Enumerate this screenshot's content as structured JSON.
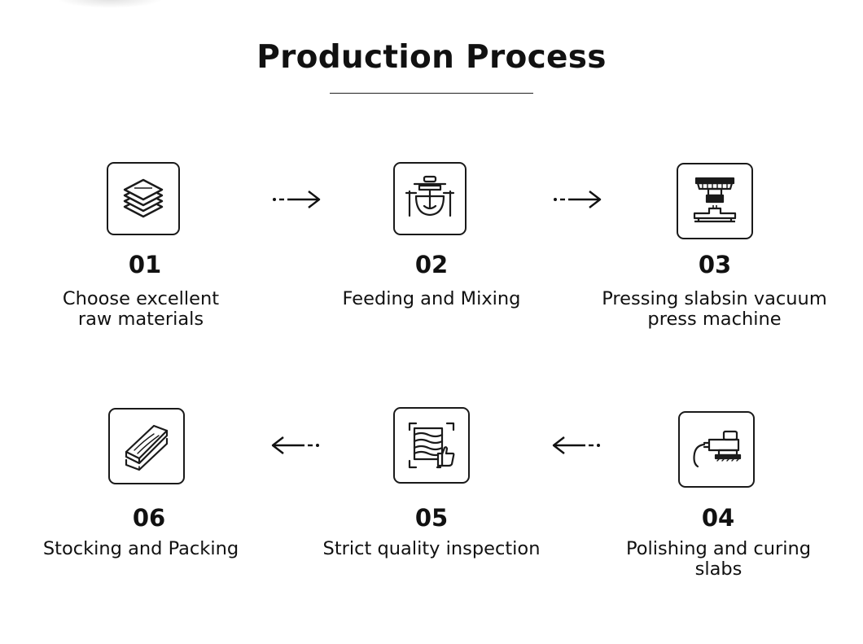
{
  "title": "Production Process",
  "steps": [
    {
      "number": "01",
      "label": "Choose excellent\nraw materials",
      "icon": "layers-icon"
    },
    {
      "number": "02",
      "label": "Feeding and Mixing",
      "icon": "mixer-icon"
    },
    {
      "number": "03",
      "label": "Pressing slabsin vacuum\npress machine",
      "icon": "press-machine-icon"
    },
    {
      "number": "04",
      "label": "Polishing and curing\nslabs",
      "icon": "polisher-icon"
    },
    {
      "number": "05",
      "label": "Strict quality inspection",
      "icon": "inspection-icon"
    },
    {
      "number": "06",
      "label": "Stocking and Packing",
      "icon": "stacked-slabs-icon"
    }
  ],
  "colors": {
    "stroke": "#1a1a1a",
    "background": "#ffffff"
  }
}
